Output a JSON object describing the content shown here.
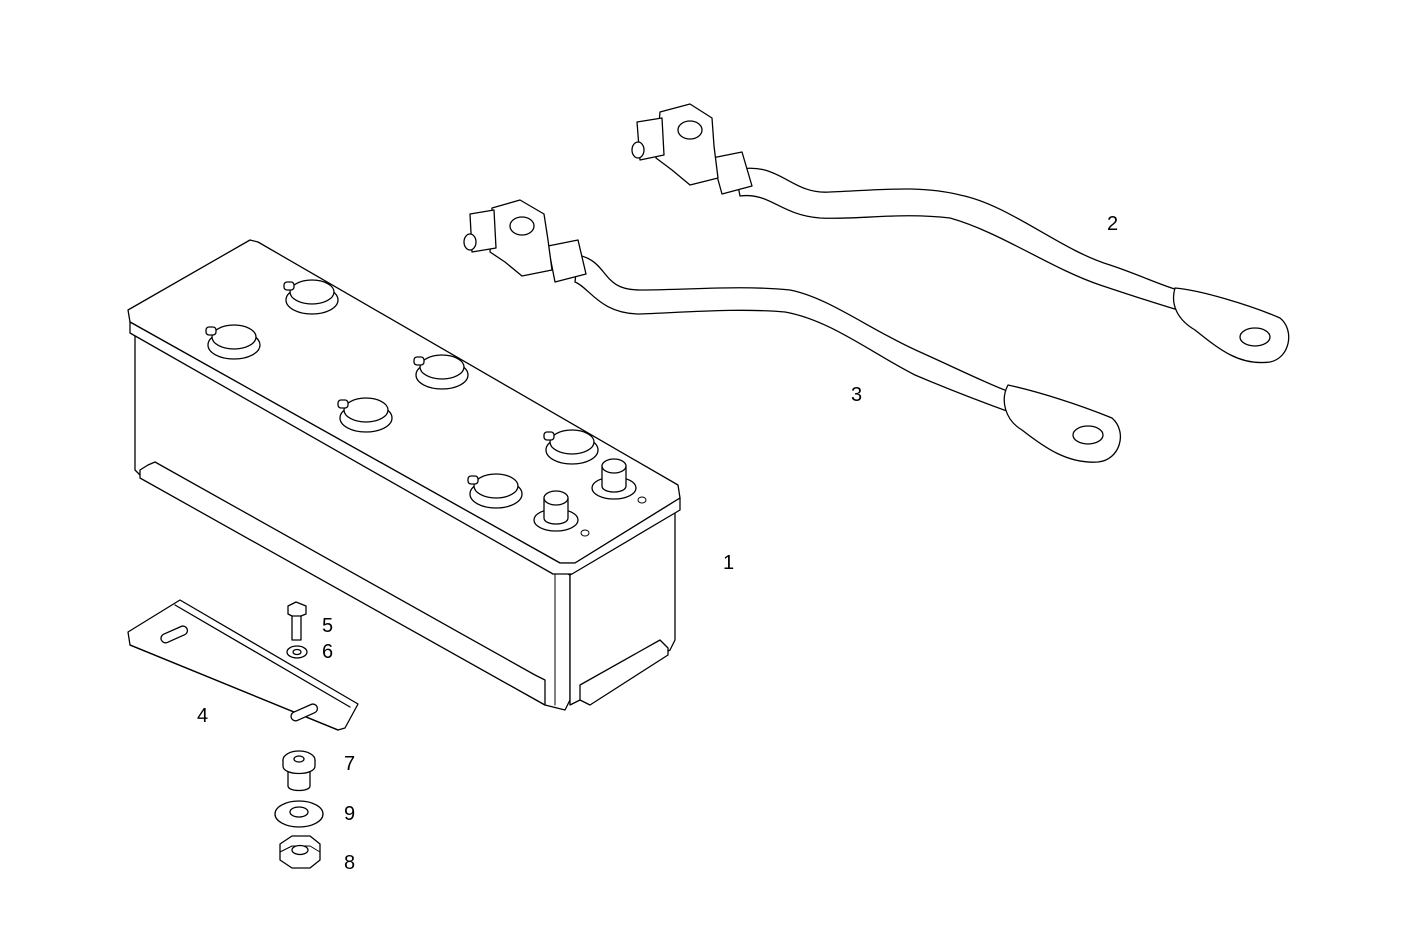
{
  "diagram": {
    "callouts": {
      "battery": "1",
      "cable_long": "2",
      "cable_short": "3",
      "clamp_plate": "4",
      "bolt": "5",
      "washer_small": "6",
      "stud_bushing": "7",
      "nut": "8",
      "washer_large": "9"
    }
  }
}
